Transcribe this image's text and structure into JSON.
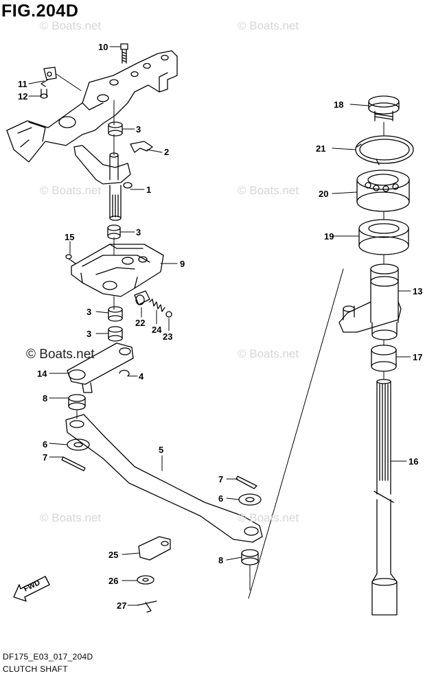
{
  "figure": {
    "title": "FIG.204D"
  },
  "watermark": {
    "text": "© Boats.net"
  },
  "callouts": [
    "1",
    "2",
    "3",
    "3",
    "3",
    "3",
    "4",
    "5",
    "6",
    "6",
    "7",
    "7",
    "8",
    "8",
    "9",
    "10",
    "11",
    "12",
    "13",
    "14",
    "15",
    "16",
    "17",
    "18",
    "19",
    "20",
    "21",
    "22",
    "23",
    "24",
    "25",
    "26",
    "27"
  ],
  "fwd_label": "FWD",
  "footer": {
    "code": "DF175_E03_017_204D",
    "name": "CLUTCH SHAFT"
  }
}
